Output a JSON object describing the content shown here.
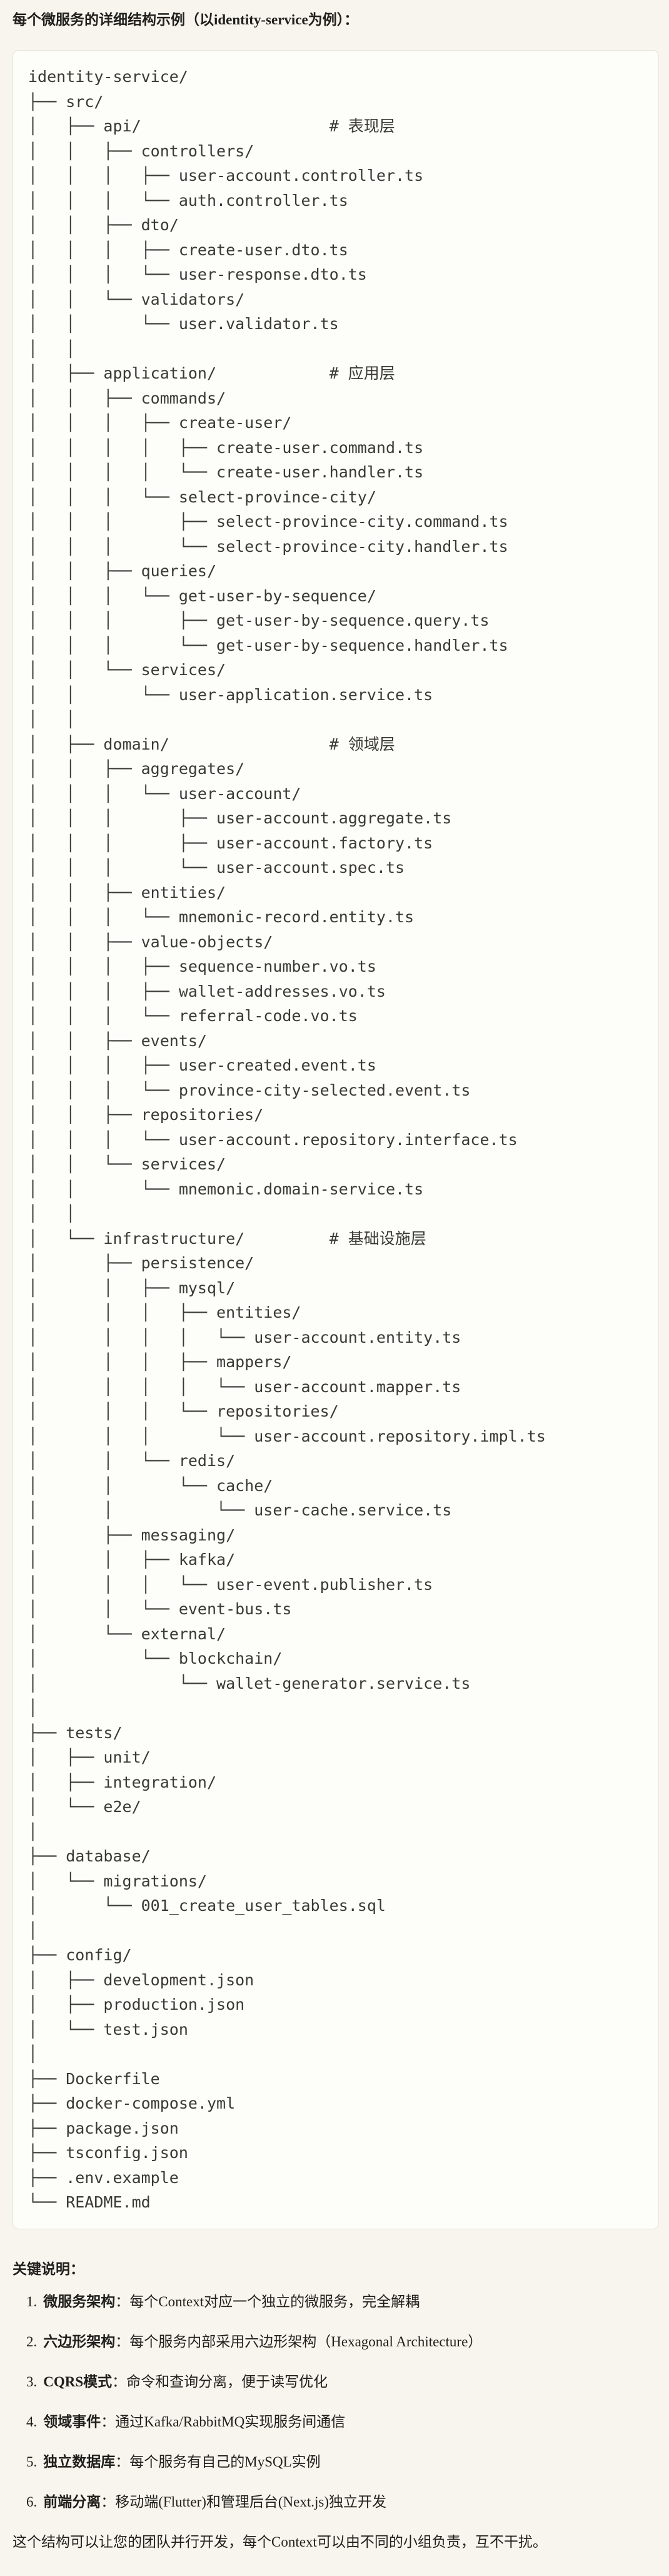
{
  "colors": {
    "page_bg": "#f7f5ee",
    "code_bg": "#fdfdf9",
    "code_border": "#e6e3d8",
    "text": "#201f1c",
    "code_text": "#3a3934"
  },
  "title": "每个微服务的详细结构示例（以identity-service为例）：",
  "tree": {
    "lines": [
      "identity-service/",
      "├── src/",
      "│   ├── api/                    # 表现层",
      "│   │   ├── controllers/",
      "│   │   │   ├── user-account.controller.ts",
      "│   │   │   └── auth.controller.ts",
      "│   │   ├── dto/",
      "│   │   │   ├── create-user.dto.ts",
      "│   │   │   └── user-response.dto.ts",
      "│   │   └── validators/",
      "│   │       └── user.validator.ts",
      "│   │",
      "│   ├── application/            # 应用层",
      "│   │   ├── commands/",
      "│   │   │   ├── create-user/",
      "│   │   │   │   ├── create-user.command.ts",
      "│   │   │   │   └── create-user.handler.ts",
      "│   │   │   └── select-province-city/",
      "│   │   │       ├── select-province-city.command.ts",
      "│   │   │       └── select-province-city.handler.ts",
      "│   │   ├── queries/",
      "│   │   │   └── get-user-by-sequence/",
      "│   │   │       ├── get-user-by-sequence.query.ts",
      "│   │   │       └── get-user-by-sequence.handler.ts",
      "│   │   └── services/",
      "│   │       └── user-application.service.ts",
      "│   │",
      "│   ├── domain/                 # 领域层",
      "│   │   ├── aggregates/",
      "│   │   │   └── user-account/",
      "│   │   │       ├── user-account.aggregate.ts",
      "│   │   │       ├── user-account.factory.ts",
      "│   │   │       └── user-account.spec.ts",
      "│   │   ├── entities/",
      "│   │   │   └── mnemonic-record.entity.ts",
      "│   │   ├── value-objects/",
      "│   │   │   ├── sequence-number.vo.ts",
      "│   │   │   ├── wallet-addresses.vo.ts",
      "│   │   │   └── referral-code.vo.ts",
      "│   │   ├── events/",
      "│   │   │   ├── user-created.event.ts",
      "│   │   │   └── province-city-selected.event.ts",
      "│   │   ├── repositories/",
      "│   │   │   └── user-account.repository.interface.ts",
      "│   │   └── services/",
      "│   │       └── mnemonic.domain-service.ts",
      "│   │",
      "│   └── infrastructure/         # 基础设施层",
      "│       ├── persistence/",
      "│       │   ├── mysql/",
      "│       │   │   ├── entities/",
      "│       │   │   │   └── user-account.entity.ts",
      "│       │   │   ├── mappers/",
      "│       │   │   │   └── user-account.mapper.ts",
      "│       │   │   └── repositories/",
      "│       │   │       └── user-account.repository.impl.ts",
      "│       │   └── redis/",
      "│       │       └── cache/",
      "│       │           └── user-cache.service.ts",
      "│       ├── messaging/",
      "│       │   ├── kafka/",
      "│       │   │   └── user-event.publisher.ts",
      "│       │   └── event-bus.ts",
      "│       └── external/",
      "│           └── blockchain/",
      "│               └── wallet-generator.service.ts",
      "│",
      "├── tests/",
      "│   ├── unit/",
      "│   ├── integration/",
      "│   └── e2e/",
      "│",
      "├── database/",
      "│   └── migrations/",
      "│       └── 001_create_user_tables.sql",
      "│",
      "├── config/",
      "│   ├── development.json",
      "│   ├── production.json",
      "│   └── test.json",
      "│",
      "├── Dockerfile",
      "├── docker-compose.yml",
      "├── package.json",
      "├── tsconfig.json",
      "├── .env.example",
      "└── README.md"
    ]
  },
  "notes": {
    "heading": "关键说明：",
    "items": [
      {
        "num": "1.",
        "label": "微服务架构",
        "sep": "：",
        "text": "每个Context对应一个独立的微服务，完全解耦"
      },
      {
        "num": "2.",
        "label": "六边形架构",
        "sep": "：",
        "text": "每个服务内部采用六边形架构（Hexagonal Architecture）"
      },
      {
        "num": "3.",
        "label": "CQRS模式",
        "sep": "：",
        "text": "命令和查询分离，便于读写优化"
      },
      {
        "num": "4.",
        "label": "领域事件",
        "sep": "：",
        "text": "通过Kafka/RabbitMQ实现服务间通信"
      },
      {
        "num": "5.",
        "label": "独立数据库",
        "sep": "：",
        "text": "每个服务有自己的MySQL实例"
      },
      {
        "num": "6.",
        "label": "前端分离",
        "sep": "：",
        "text": "移动端(Flutter)和管理后台(Next.js)独立开发"
      }
    ],
    "closing": "这个结构可以让您的团队并行开发，每个Context可以由不同的小组负责，互不干扰。"
  }
}
